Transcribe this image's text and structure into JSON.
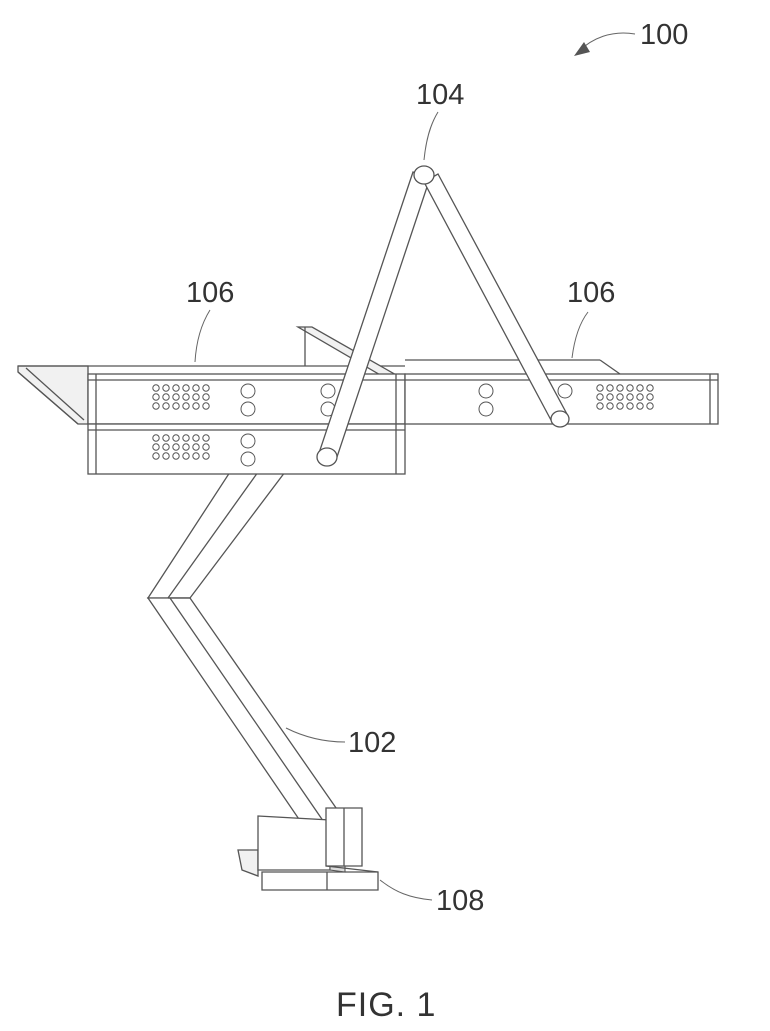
{
  "figure": {
    "caption": "FIG. 1",
    "labels": {
      "system": "100",
      "arm": "102",
      "apex": "104",
      "shelf_left": "106",
      "shelf_right": "106",
      "base": "108"
    }
  }
}
